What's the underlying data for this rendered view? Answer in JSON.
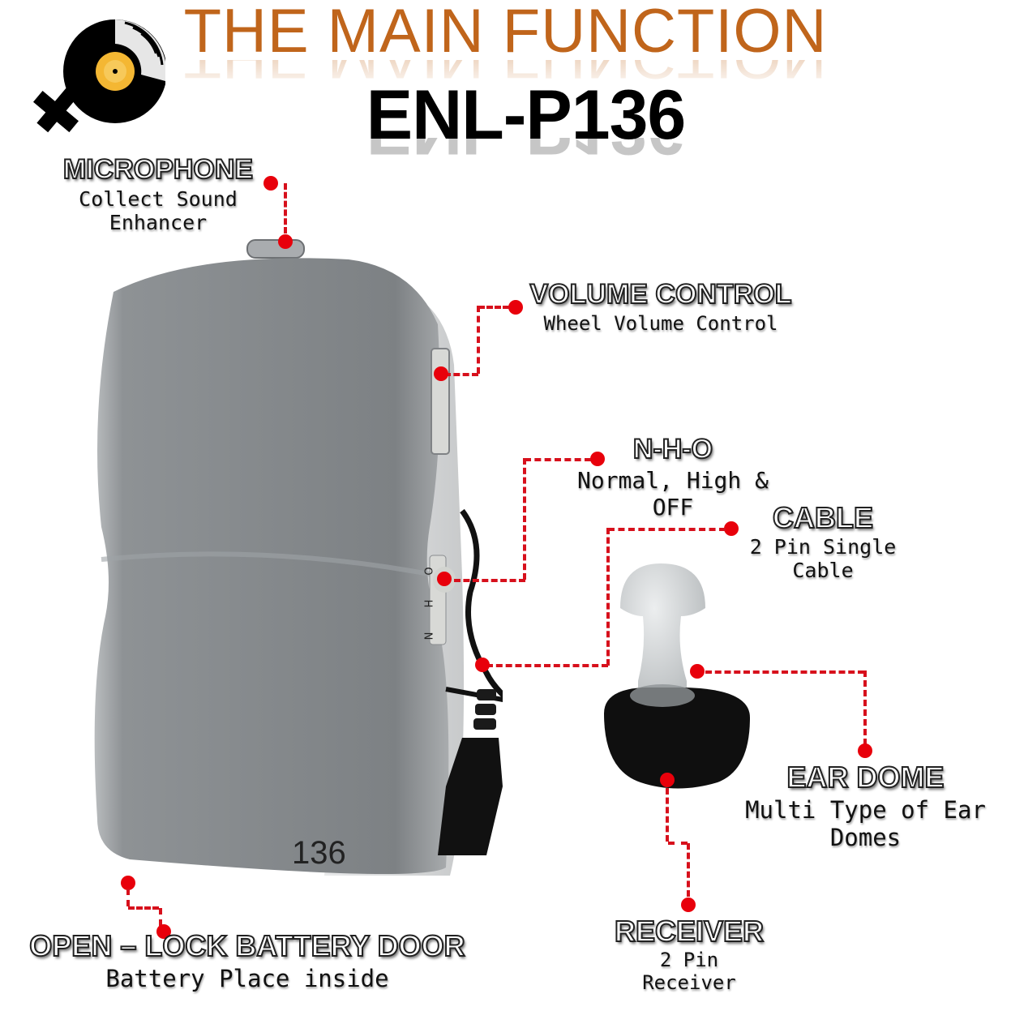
{
  "header": {
    "title": "THE MAIN FUNCTION",
    "model": "ENL-P136",
    "title_color": "#c0651b"
  },
  "logo": {
    "icon": "vinyl-record-female-symbol-icon",
    "label_color": "#f4b733"
  },
  "device": {
    "body_color": "#8e9295",
    "model_number_label": "136",
    "switch_labels": [
      "O",
      "H",
      "N"
    ]
  },
  "callouts": {
    "microphone": {
      "title": "MICROPHONE",
      "line1": "Collect Sound",
      "line2": "Enhancer"
    },
    "volume": {
      "title": "VOLUME CONTROL",
      "line1": "Wheel Volume Control"
    },
    "nho": {
      "title": "N-H-O",
      "line1": "Normal, High &",
      "line2": "OFF"
    },
    "cable": {
      "title": "CABLE",
      "line1": "2 Pin Single",
      "line2": "Cable"
    },
    "ear_dome": {
      "title": "EAR DOME",
      "line1": "Multi Type of Ear",
      "line2": "Domes"
    },
    "receiver": {
      "title": "RECEIVER",
      "line1": "2 Pin",
      "line2": "Receiver"
    },
    "battery": {
      "title": "OPEN – LOCK BATTERY DOOR",
      "line1": "Battery Place inside"
    }
  },
  "colors": {
    "leader_line": "#d7101c",
    "marker_dot": "#e8000b"
  }
}
